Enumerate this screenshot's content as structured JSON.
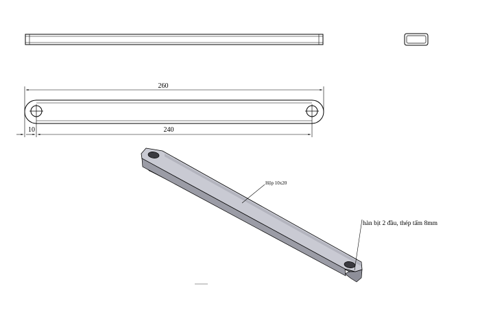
{
  "dimensions": {
    "overall_length": "260",
    "hole_spacing": "240",
    "edge_offset": "10"
  },
  "annotations": {
    "profile_label": "Hộp 10x20",
    "end_note": "hàn bịt 2 đầu, thép tấm 8mm"
  },
  "colors": {
    "line": "#000000",
    "bar_top": "#c9cad3",
    "bar_side": "#6f7079",
    "bar_front": "#9b9ca6"
  }
}
